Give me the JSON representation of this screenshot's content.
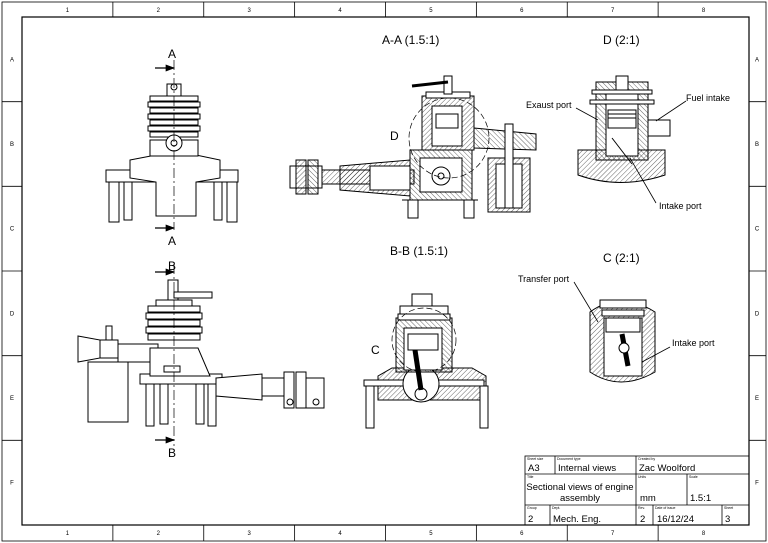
{
  "border": {
    "columns": [
      "1",
      "2",
      "3",
      "4",
      "5",
      "6",
      "7",
      "8"
    ],
    "rows": [
      "A",
      "B",
      "C",
      "D",
      "E",
      "F"
    ]
  },
  "views": {
    "section_aa": "A-A (1.5:1)",
    "section_bb": "B-B (1.5:1)",
    "detail_d": "D (2:1)",
    "detail_c": "C (2:1)",
    "cut_a": "A",
    "cut_b": "B",
    "detail_marker_d": "D",
    "detail_marker_c": "C"
  },
  "callouts": {
    "exhaust_port": "Exaust port",
    "fuel_intake": "Fuel intake",
    "intake_port_d": "Intake port",
    "transfer_port": "Transfer port",
    "intake_port_c": "Intake port"
  },
  "title_block": {
    "sheet_size_label": "Sheet size",
    "sheet_size": "A3",
    "document_type_label": "Document type",
    "document_type": "Internal views",
    "created_by_label": "Created by",
    "created_by": "Zac Woolford",
    "title_label": "Title",
    "title_line1": "Sectional views of engine",
    "title_line2": "assembly",
    "units_label": "Units",
    "units": "mm",
    "scale_label": "Scale",
    "scale": "1.5:1",
    "group_label": "Group",
    "group": "2",
    "dept_label": "Dept.",
    "dept": "Mech. Eng.",
    "rev_label": "Rev.",
    "rev": "2",
    "date_label": "Date of issue",
    "date": "16/12/24",
    "sheet_label": "Sheet",
    "sheet": "3"
  }
}
